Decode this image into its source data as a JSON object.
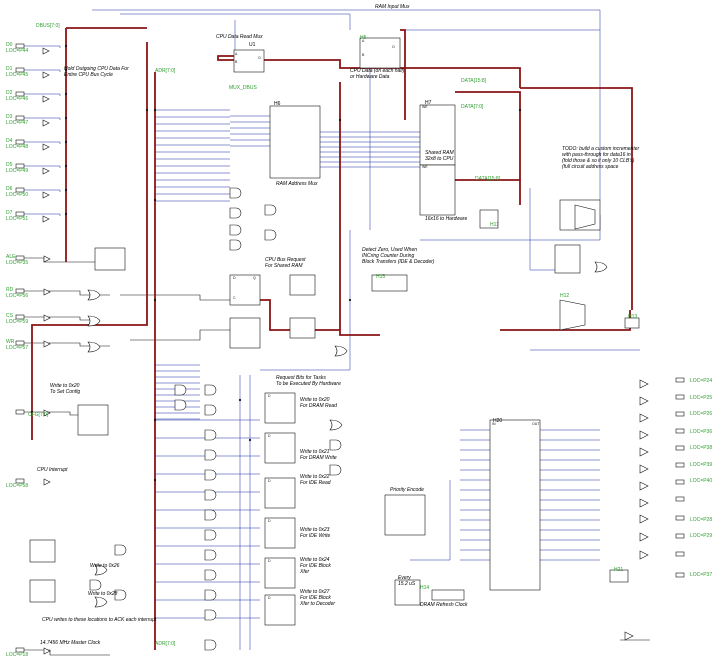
{
  "left_ports": [
    {
      "net": "D0",
      "loc": "LOC=P44"
    },
    {
      "net": "D1",
      "loc": "LOC=P45"
    },
    {
      "net": "D2",
      "loc": "LOC=P46"
    },
    {
      "net": "D3",
      "loc": "LOC=P47"
    },
    {
      "net": "D4",
      "loc": "LOC=P48"
    },
    {
      "net": "D5",
      "loc": "LOC=P49"
    },
    {
      "net": "D6",
      "loc": "LOC=P50"
    },
    {
      "net": "D7",
      "loc": "LOC=P51"
    },
    {
      "net": "ALE",
      "loc": "LOC=P35"
    },
    {
      "net": "RD",
      "loc": "LOC=P56"
    },
    {
      "net": "CS",
      "loc": "LOC=P59"
    },
    {
      "net": "WR",
      "loc": "LOC=P57"
    },
    {
      "net": "",
      "loc": "LOC=P58"
    },
    {
      "net": "",
      "loc": "LOC=P18"
    }
  ],
  "right_ports": [
    "LOC=P24",
    "LOC=P25",
    "LOC=P26",
    "LOC=P36",
    "LOC=P38",
    "LOC=P39",
    "LOC=P40",
    "LOC=P28",
    "LOC=P29",
    "LOC=P37"
  ],
  "bus_labels": {
    "dbus": "DBUS[7:0]",
    "adr_top": "ADR[7:0]",
    "adr_bottom": "ADR[7:0]",
    "data_15_8": "DATA[15:8]",
    "data_7_0": "DATA[7:0]",
    "data_15_8b": "DATA[15:8]",
    "cfg": "CFG[7:0]"
  },
  "annotations": {
    "hold_outgoing": "Hold Outgoing CPU Data For\nEntire CPU Bus Cycle",
    "cpu_read_mux_title": "CPU Data Read Mux",
    "ram_input_mux": "RAM Input Mux",
    "cpu_data_note": "CPU Data (on each half)\nor Hardware Data",
    "shared_ram": "Shared RAM\n32x8 to CPU",
    "shared_ram_hw": "16x16 to Hardware",
    "ram_address_mux": "RAM Address Mux",
    "todo": "TODO: build a custom incrementer\nwith pass-through for data16 in\n(fold those & so it only 10 CLB's)\n(full circuit address space",
    "detect_zero": "Detect Zero, Used When\nINCring Counter During\nBlock Transfers (IDE & Decoder)",
    "cpu_bus_request": "CPU Bus Request\nFor Shared RAM",
    "request_bits": "Request Bits for Tasks\nTo be Executed By Hardware",
    "write_0x20": "Write to 0x20\nTo Set Config",
    "cpu_interrupt": "CPU Interrupt",
    "write_0x26": "Write to 0x26",
    "write_0x28": "Write to 0x28",
    "cpu_writes": "CPU writes to these locations to ACK each interrupt",
    "write_0x20b": "Write to 0x20\nFor DRAM Read",
    "write_0x21": "Write to 0x21\nFor DRAM Write",
    "write_0x22": "Write to 0x22\nFor IDE Read",
    "write_0x23": "Write to 0x23\nFor IDE Write",
    "write_0x24": "Write to 0x24\nFor IDE Block\nXfer",
    "write_0x27": "Write to 0x27\nFor IDE Block\nXfer to Decoder",
    "priority_encode": "Priority Encode",
    "every_15us": "Every\n15.2 uS",
    "dram_refresh": "DRAM Refresh Clock",
    "master_clock": "14.7456 MHz Master Clock"
  },
  "parts": {
    "u1": "U1",
    "mux_dbus": "MUX_DBUS",
    "h5": "H5",
    "h6": "H6",
    "h7": "H7",
    "h8": "H8",
    "h11": "H11",
    "h12": "H12",
    "h13": "H13",
    "h15": "H15",
    "h16": "H16",
    "h20": "H20",
    "h21": "H21",
    "h14": "H14"
  }
}
